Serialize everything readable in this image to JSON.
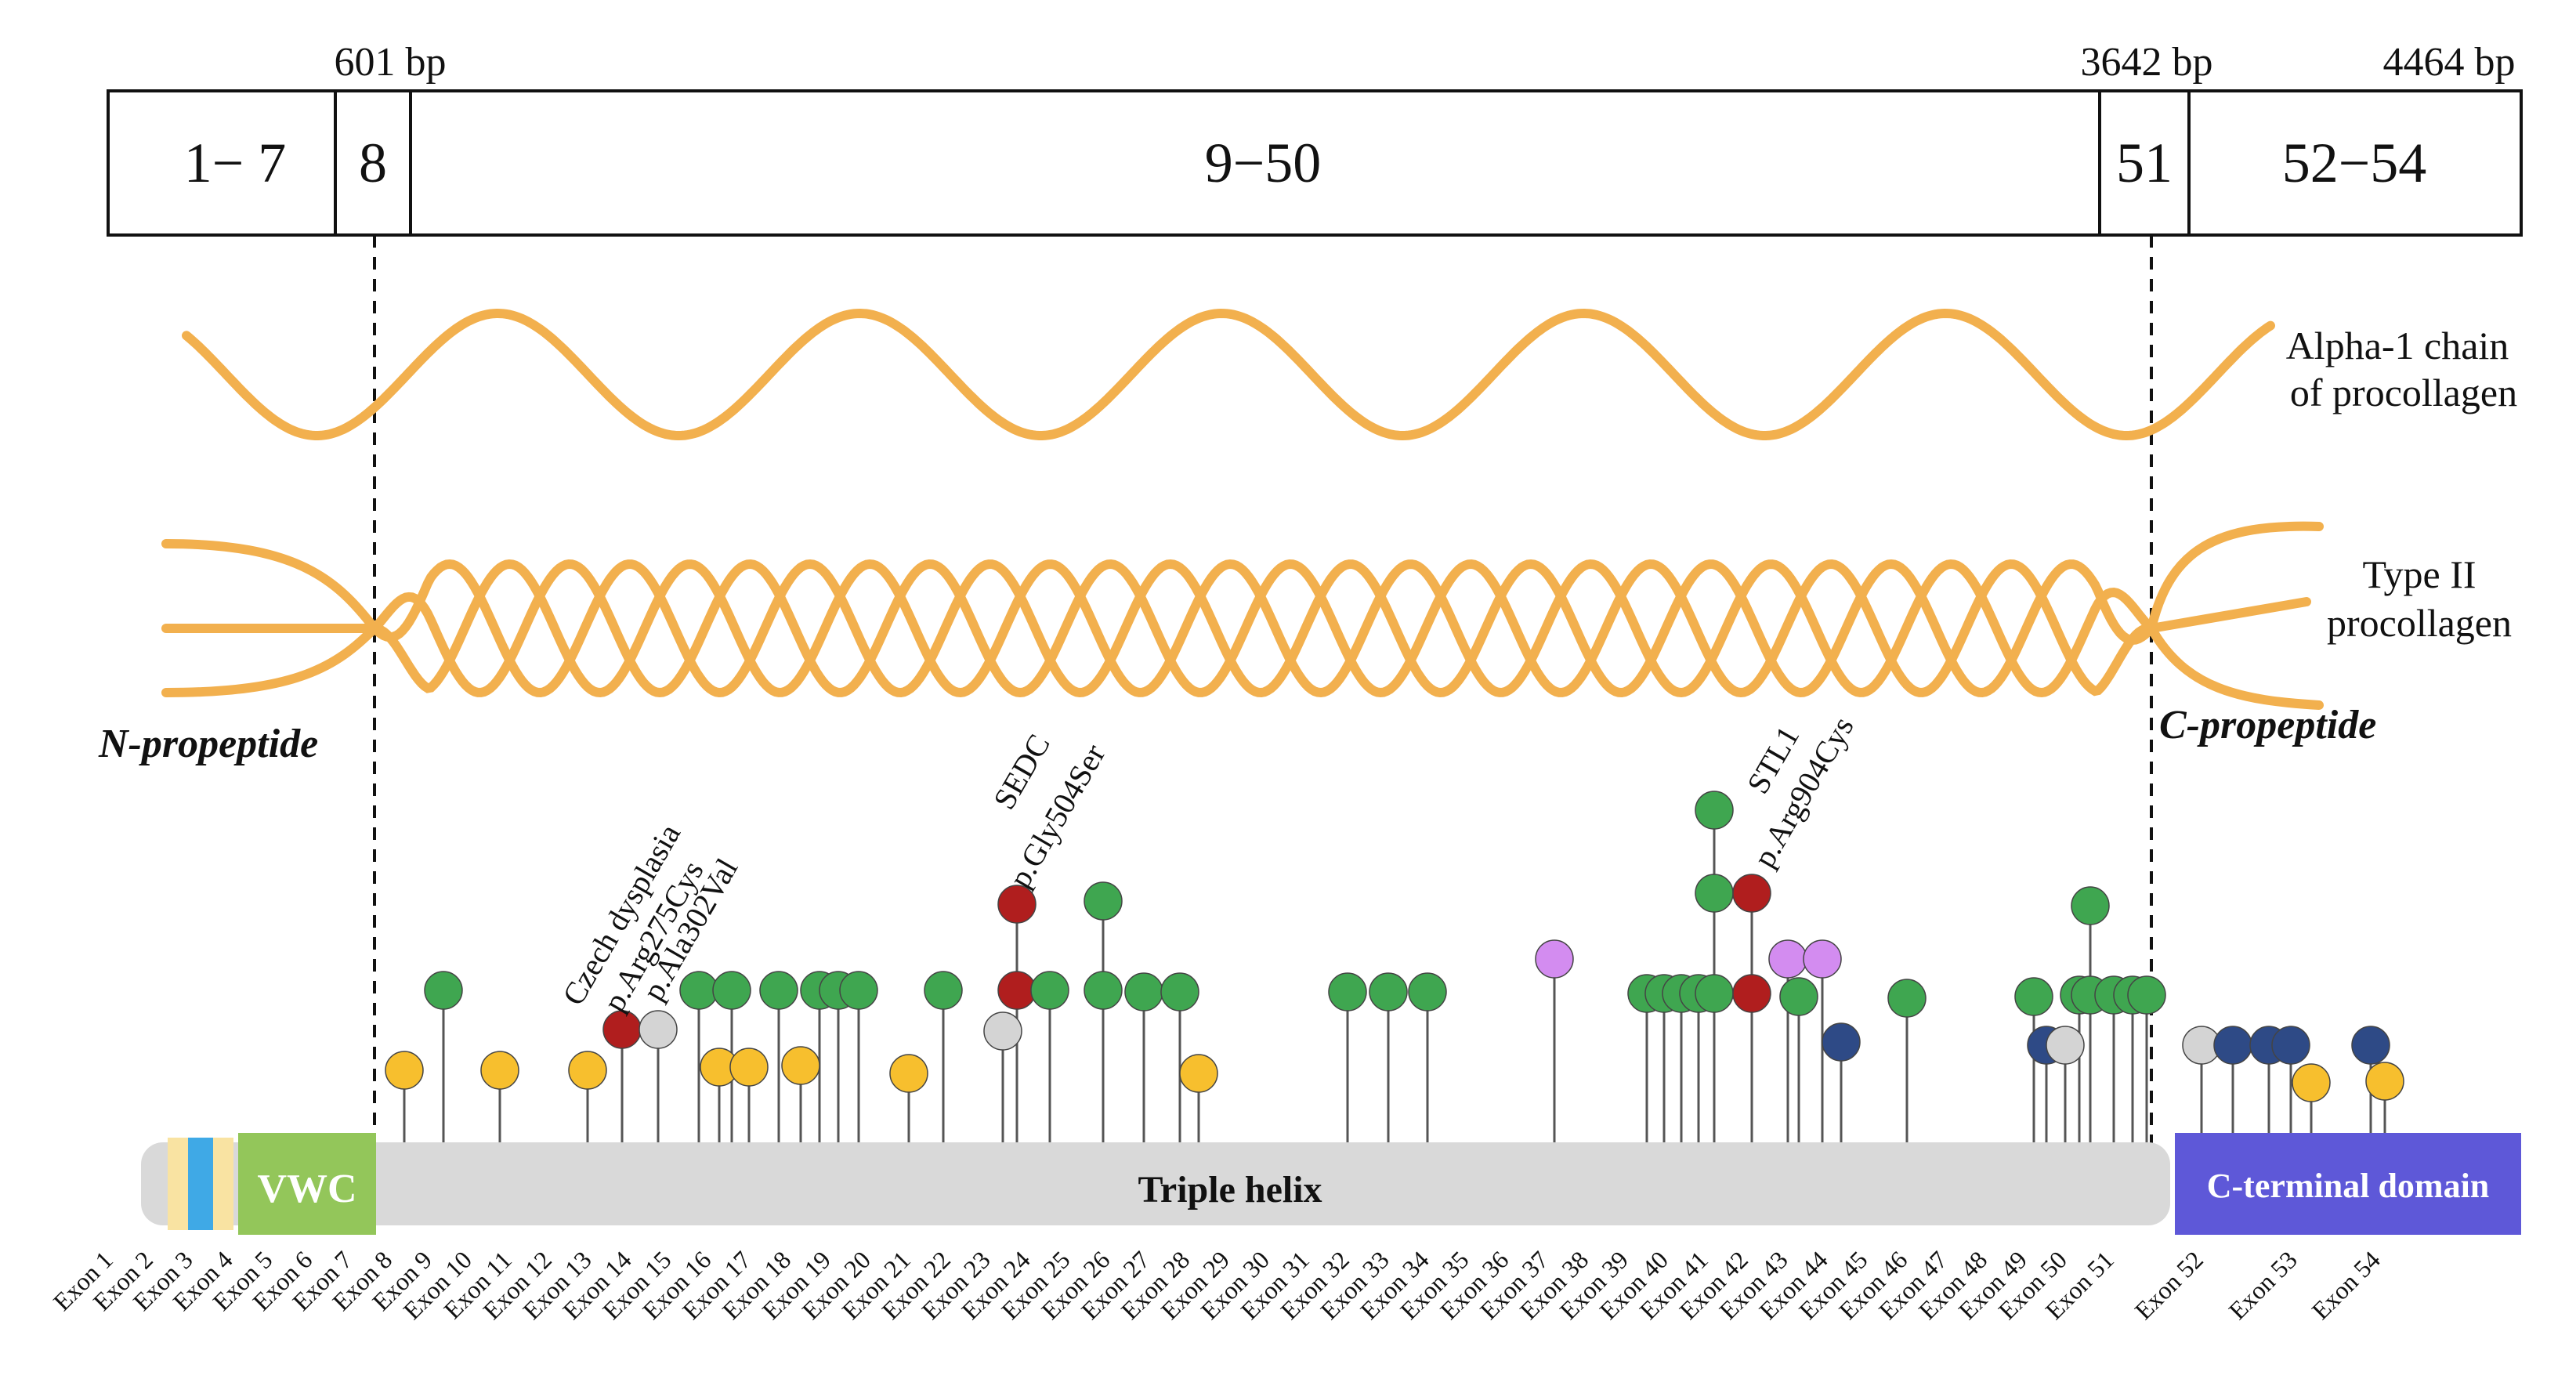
{
  "gene_boxes": [
    {
      "label": "1− 7"
    },
    {
      "label": "8"
    },
    {
      "label": "9−50"
    },
    {
      "label": "51"
    },
    {
      "label": "52−54"
    }
  ],
  "bp_markers": [
    "601 bp",
    "3642 bp",
    "4464 bp"
  ],
  "alpha_chain_label": [
    "Alpha-1 chain",
    "of procollagen"
  ],
  "procollagen_label": [
    "Type II",
    "procollagen"
  ],
  "n_propeptide": "N-propeptide",
  "c_propeptide": "C-propeptide",
  "domains": {
    "vwc": "VWC",
    "triple_helix": "Triple helix",
    "c_terminal": "C-terminal domain"
  },
  "colors": {
    "helix": "#F2B04E",
    "green": "#3FA650",
    "yellow": "#F7BF2E",
    "red": "#B01E1E",
    "grey": "#D4D4D4",
    "navy": "#2E4A86",
    "purple": "#D38CF0",
    "vwc": "#93C65A",
    "c_terminal": "#5E58D8",
    "stripe_blue": "#3FA9E6",
    "stripe_yellow": "#F9E3A2",
    "bar": "#D9D9D9"
  },
  "annotations": [
    {
      "label": "Czech dysplasia"
    },
    {
      "label": "p.Arg275Cys"
    },
    {
      "label": "p.Ala302Val"
    },
    {
      "label": "SEDC"
    },
    {
      "label": "p.Gly504Ser"
    },
    {
      "label": "STL1"
    },
    {
      "label": "p.Arg904Cys"
    }
  ],
  "exons": [
    "Exon 1",
    "Exon 2",
    "Exon 3",
    "Exon 4",
    "Exon 5",
    "Exon 6",
    "Exon 7",
    "Exon 8",
    "Exon 9",
    "Exon 10",
    "Exon 11",
    "Exon 12",
    "Exon 13",
    "Exon 14",
    "Exon 15",
    "Exon 16",
    "Exon 17",
    "Exon 18",
    "Exon 19",
    "Exon 20",
    "Exon 21",
    "Exon 22",
    "Exon 23",
    "Exon 24",
    "Exon 25",
    "Exon 26",
    "Exon 27",
    "Exon 28",
    "Exon 29",
    "Exon 30",
    "Exon 31",
    "Exon 32",
    "Exon 33",
    "Exon 34",
    "Exon 35",
    "Exon 36",
    "Exon 37",
    "Exon 38",
    "Exon 39",
    "Exon 40",
    "Exon 41",
    "Exon 42",
    "Exon 43",
    "Exon 44",
    "Exon 45",
    "Exon 46",
    "Exon 47",
    "Exon 48",
    "Exon 49",
    "Exon 50",
    "Exon 51",
    "Exon 52",
    "Exon 53",
    "Exon 54"
  ]
}
